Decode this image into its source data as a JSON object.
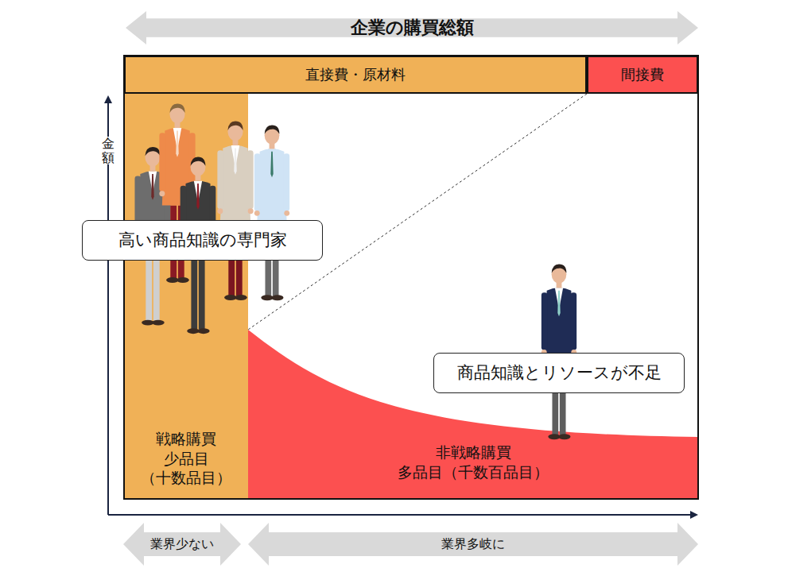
{
  "diagram": {
    "nodes": [
      {
        "text": [
          "企業の購買総額"
        ]
      },
      {
        "text": [
          "直接費・原材料"
        ]
      },
      {
        "text": [
          "間接費"
        ]
      },
      {
        "text": [
          "高い商品知識の専門家"
        ]
      },
      {
        "text": [
          "商品知識とリソースが不足"
        ]
      },
      {
        "text": [
          "戦略購買",
          "少品目",
          "（十数品目）"
        ]
      },
      {
        "text": [
          "非戦略購買",
          "多品目（千数百品目）"
        ]
      },
      {
        "text": [
          "業界少ない"
        ]
      },
      {
        "text": [
          "業界多岐に"
        ]
      }
    ],
    "labels": [
      "金額"
    ]
  }
}
